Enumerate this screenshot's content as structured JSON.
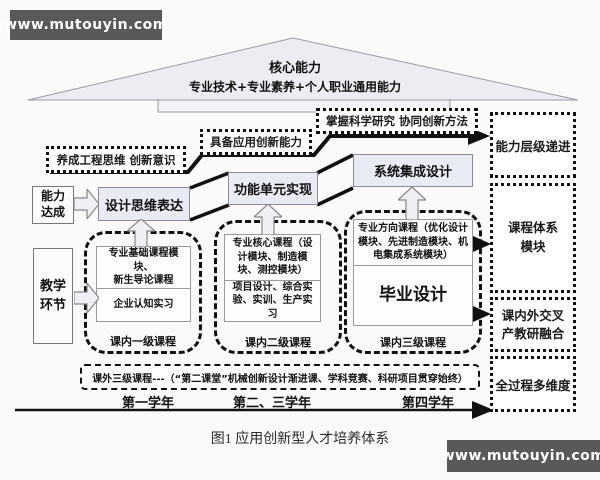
{
  "watermarks": {
    "top": "www.mutouyin.com",
    "bottom": "www.mutouyin.com"
  },
  "roof": {
    "line1": "核心能力",
    "line2": "专业技术+专业素养+个人职业通用能力"
  },
  "outcome_boxes": {
    "research": "掌握科学研究 协同创新方法",
    "innovation": "具备应用创新能力",
    "engineering": "养成工程思维 创新意识"
  },
  "left_labels": {
    "ability": "能力\n达成",
    "teaching": "教学\n环节"
  },
  "level_boxes": {
    "level1": "设计思维表达",
    "level2": "功能单元实现",
    "level3": "系统集成设计"
  },
  "course_groups": [
    {
      "top": "专业基础课程模块、\n新生导论课程",
      "bottom": "企业认知实习",
      "label": "课内一级课程"
    },
    {
      "top": "专业核心课程（设计模块、制造模块、测控模块）",
      "bottom": "项目设计、综合实验、实训、生产实习",
      "label": "课内二级课程"
    },
    {
      "top": "专业方向课程（优化设计模块、先进制造模块、机电集成系统模块）",
      "bottom": "毕业设计",
      "label": "课内三级课程"
    }
  ],
  "extracurricular": "课外三级课程---（“第二课堂”机械创新设计渐进课、学科竞赛、科研项目贯穿始终）",
  "years": [
    "第一学年",
    "第二、三学年",
    "第四学年"
  ],
  "right_column": [
    "能力层级递进",
    "课程体系\n模块",
    "课内外交叉\n产教研融合",
    "全过程多维度"
  ],
  "caption": "图1 应用创新型人才培养体系",
  "colors": {
    "line": "#111111",
    "roof_fill": "#ececf2",
    "level_fill": "#e9ebf4",
    "watermark_bg": "#595959"
  }
}
